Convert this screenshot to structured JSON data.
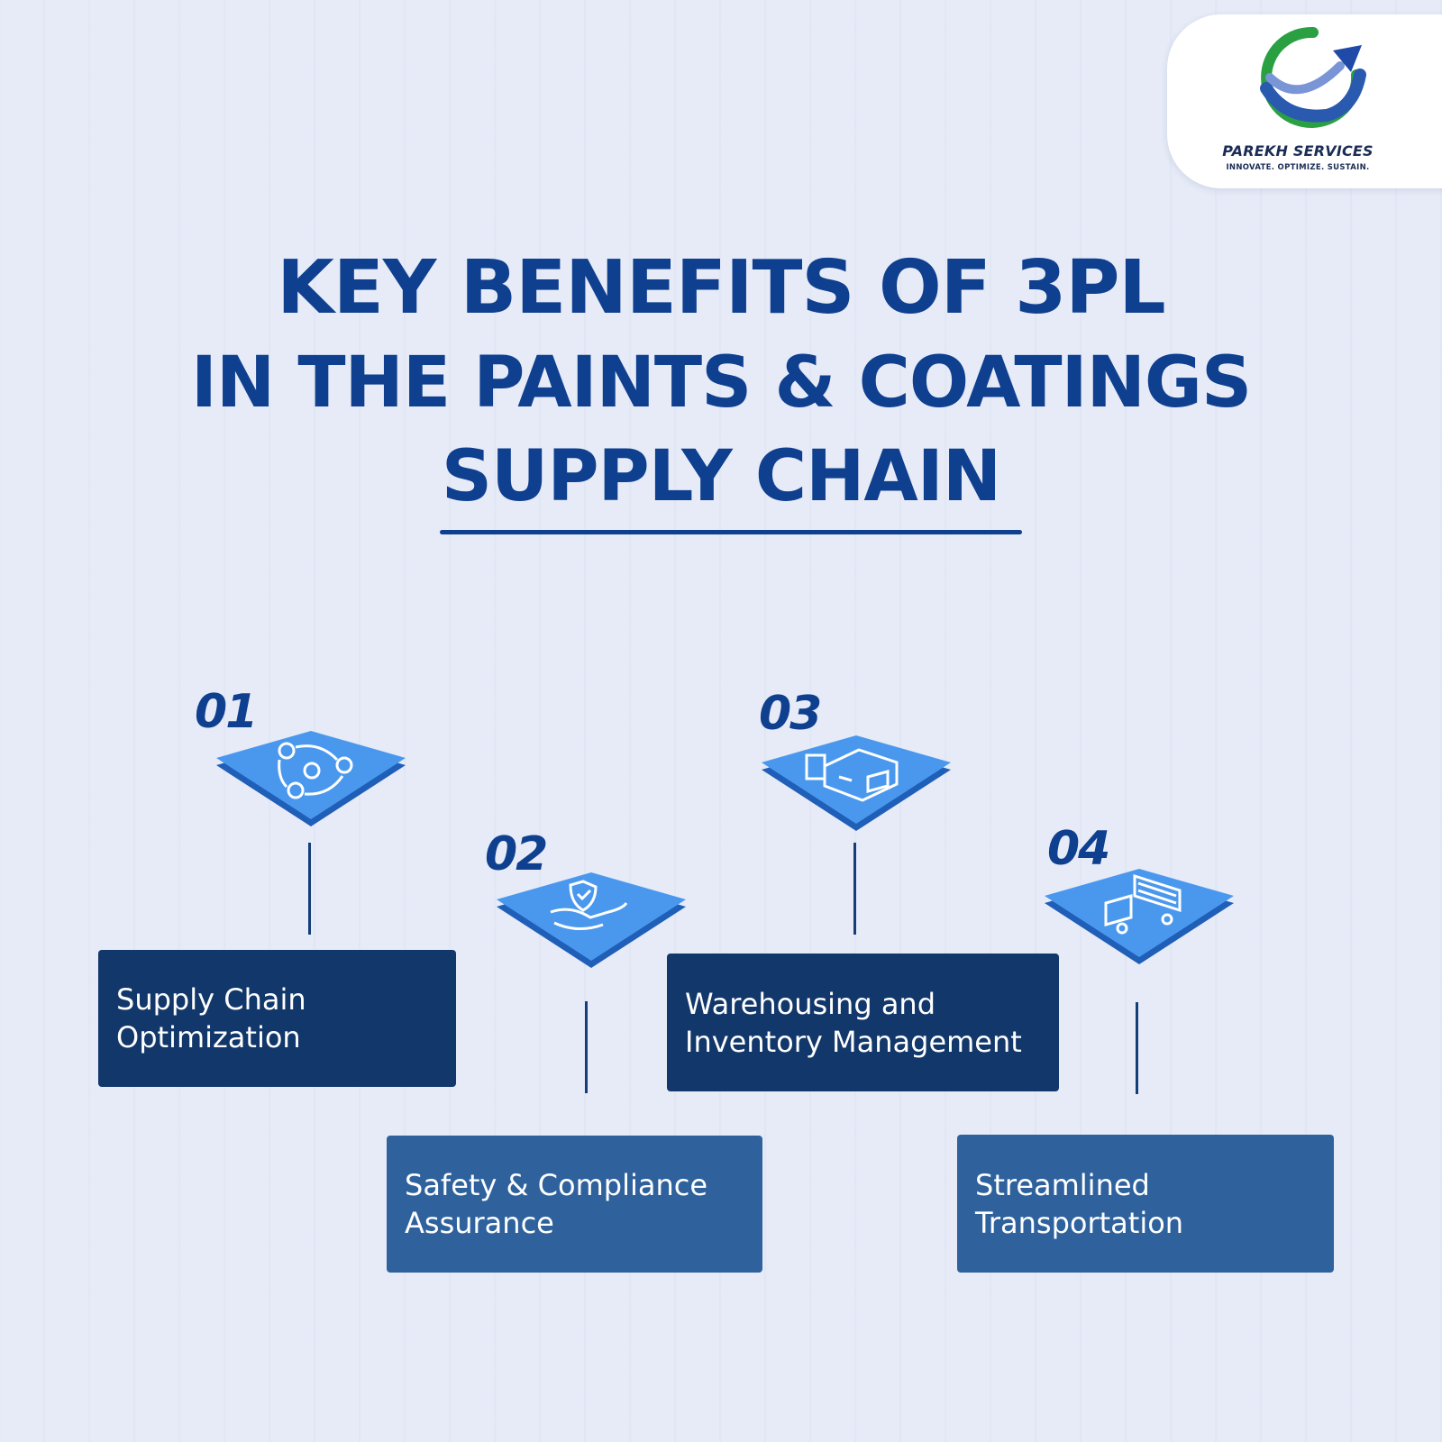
{
  "logo": {
    "name": "PAREKH SERVICES",
    "tagline": "INNOVATE. OPTIMIZE. SUSTAIN."
  },
  "title": {
    "line1": "KEY BENEFITS OF 3PL",
    "line2": "IN THE PAINTS & COATINGS",
    "line3": "SUPPLY CHAIN"
  },
  "benefits": [
    {
      "number": "01",
      "line1": "Supply Chain",
      "line2": "Optimization",
      "icon": "cycle-process-icon"
    },
    {
      "number": "02",
      "line1": "Safety & Compliance",
      "line2": "Assurance",
      "icon": "hand-shield-icon"
    },
    {
      "number": "03",
      "line1": "Warehousing and",
      "line2": "Inventory Management",
      "icon": "warehouse-icon"
    },
    {
      "number": "04",
      "line1": "Streamlined",
      "line2": "Transportation",
      "icon": "truck-icon"
    }
  ],
  "colors": {
    "background": "#e6ebf7",
    "title": "#0f3f8f",
    "box_dark": "#12376a",
    "box_mid": "#2f629d",
    "tile": "#3f8ee8"
  }
}
